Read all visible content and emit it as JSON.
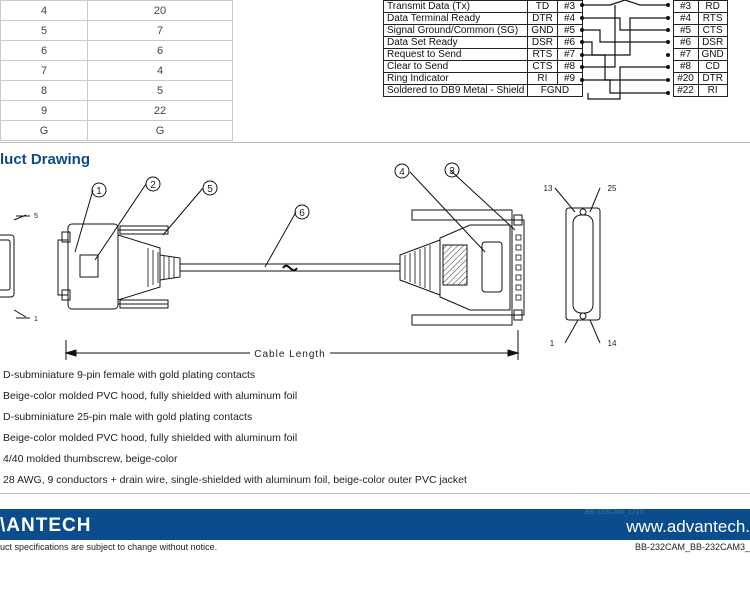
{
  "pin_table": {
    "rows": [
      {
        "a": "4",
        "b": "20"
      },
      {
        "a": "5",
        "b": "7"
      },
      {
        "a": "6",
        "b": "6"
      },
      {
        "a": "7",
        "b": "4"
      },
      {
        "a": "8",
        "b": "5"
      },
      {
        "a": "9",
        "b": "22"
      },
      {
        "a": "G",
        "b": "G"
      }
    ]
  },
  "wiring": {
    "rows": [
      {
        "signal": "Transmit Data (Tx)",
        "abbr": "TD",
        "pin": "#3",
        "rpin": "#3",
        "rabbr": "RD"
      },
      {
        "signal": "Data Terminal Ready",
        "abbr": "DTR",
        "pin": "#4",
        "rpin": "#4",
        "rabbr": "RTS"
      },
      {
        "signal": "Signal Ground/Common (SG)",
        "abbr": "GND",
        "pin": "#5",
        "rpin": "#5",
        "rabbr": "CTS"
      },
      {
        "signal": "Data Set Ready",
        "abbr": "DSR",
        "pin": "#6",
        "rpin": "#6",
        "rabbr": "DSR"
      },
      {
        "signal": "Request to Send",
        "abbr": "RTS",
        "pin": "#7",
        "rpin": "#7",
        "rabbr": "GND"
      },
      {
        "signal": "Clear to Send",
        "abbr": "CTS",
        "pin": "#8",
        "rpin": "#8",
        "rabbr": "CD"
      },
      {
        "signal": "Ring Indicator",
        "abbr": "RI",
        "pin": "#9",
        "rpin": "#20",
        "rabbr": "DTR"
      },
      {
        "signal": "Soldered to DB9 Metal - Shield",
        "abbr": "FGND",
        "pin": "",
        "rpin": "#22",
        "rabbr": "RI"
      }
    ]
  },
  "section_title": "luct Drawing",
  "drawing": {
    "callouts": [
      "1",
      "2",
      "5",
      "6",
      "4",
      "3"
    ],
    "cable_length_label": "Cable Length",
    "db9_pin_labels": [
      "5",
      "1"
    ],
    "db25_pin_labels": [
      "13",
      "25",
      "1",
      "14"
    ]
  },
  "specs": [
    "D-subminiature 9-pin female with gold plating contacts",
    "Beige-color molded PVC hood, fully shielded with aluminum foil",
    "D-subminiature 25-pin male with gold plating contacts",
    "Beige-color molded PVC hood, fully shielded with aluminum foil",
    "4/40 molded thumbscrew, beige-color",
    "28 AWG, 9 conductors + drain wire, single-shielded with aluminum foil, beige-color outer PVC jacket"
  ],
  "footer": {
    "logo": "\\ANTECH",
    "website": "www.advantech.",
    "small_id": "BB-232CAM_1710",
    "disclaimer": "uct specifications are subject to change without notice.",
    "doc_id": "BB-232CAM_BB-232CAM3_"
  },
  "colors": {
    "brand": "#0b4d8c",
    "title": "#0d4a86"
  }
}
